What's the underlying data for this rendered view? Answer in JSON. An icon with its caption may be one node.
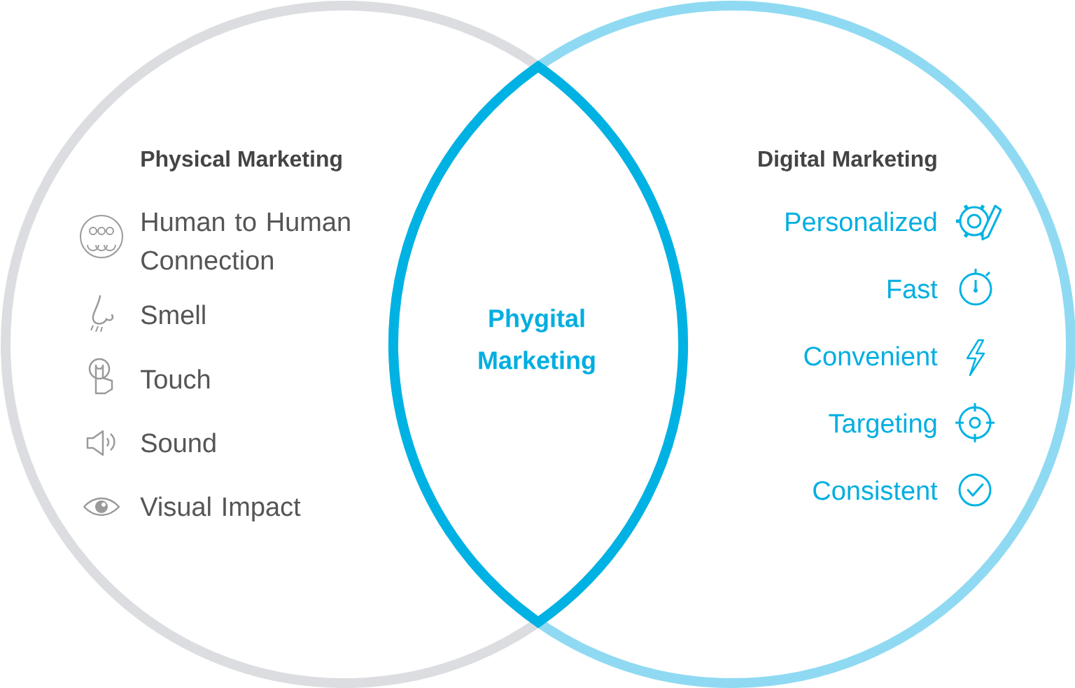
{
  "diagram": {
    "nodes": [
      {
        "text": [
          "Physical Marketing"
        ]
      },
      {
        "text": [
          "Digital Marketing"
        ]
      },
      {
        "text": [
          "Phygital Marketing"
        ]
      }
    ],
    "labels": [
      "Human to Human Connection",
      "Smell",
      "Touch",
      "Sound",
      "Visual Impact",
      "Personalized",
      "Fast",
      "Convenient",
      "Targeting",
      "Consistent"
    ]
  }
}
